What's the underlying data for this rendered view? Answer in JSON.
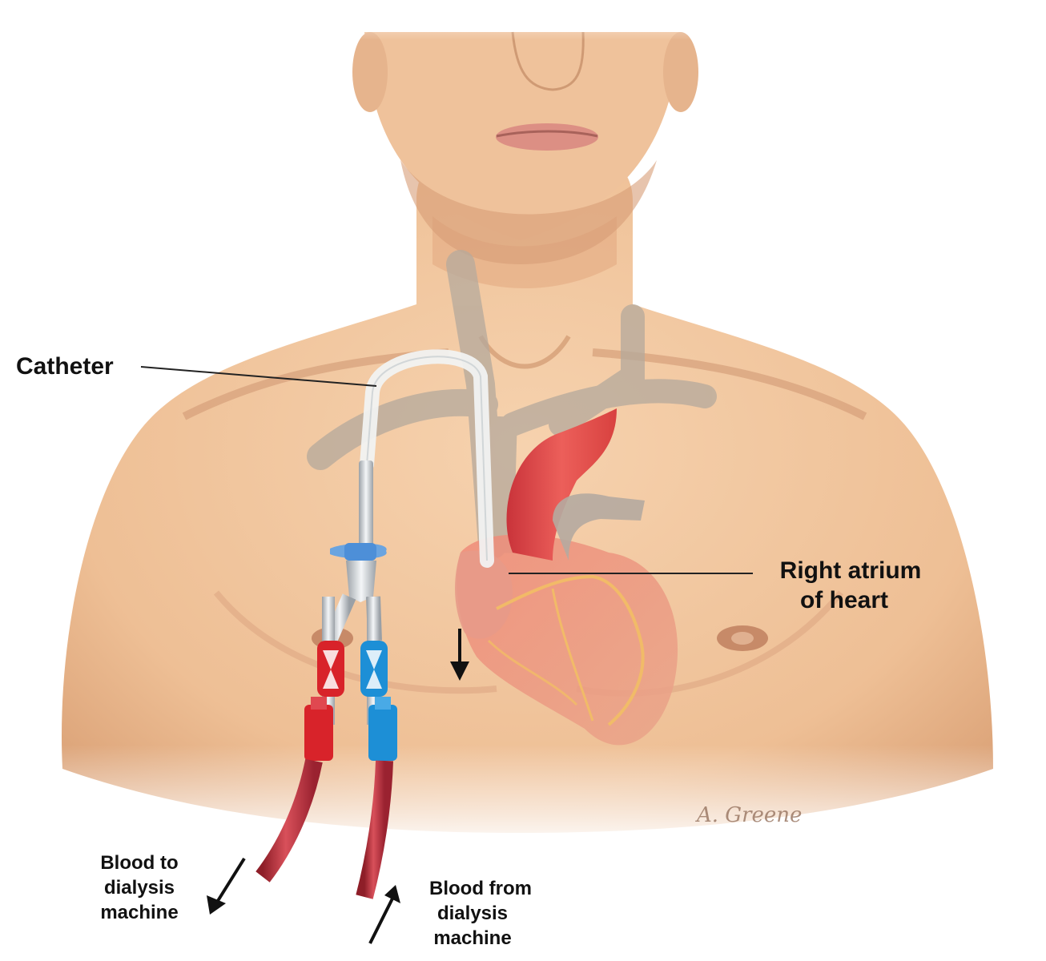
{
  "labels": {
    "catheter": "Catheter",
    "right_atrium_line1": "Right atrium",
    "right_atrium_line2": "of heart",
    "blood_to_line1": "Blood to",
    "blood_to_line2": "dialysis",
    "blood_to_line3": "machine",
    "blood_from_line1": "Blood from",
    "blood_from_line2": "dialysis",
    "blood_from_line3": "machine"
  },
  "signature": "A. Greene",
  "colors": {
    "skin": "#f2c7a0",
    "skin_shadow": "#d89f76",
    "vein": "#b5a99c",
    "heart": "#e8584f",
    "arterial_clamp": "#d8232a",
    "venous_clamp": "#1d8fd6",
    "tubing": "#b8323a",
    "catheter": "#eef0f0"
  },
  "icons": {
    "arrow_down": "arrow-down-icon",
    "arrow_out": "arrow-down-left-icon",
    "arrow_in": "arrow-up-right-icon"
  }
}
